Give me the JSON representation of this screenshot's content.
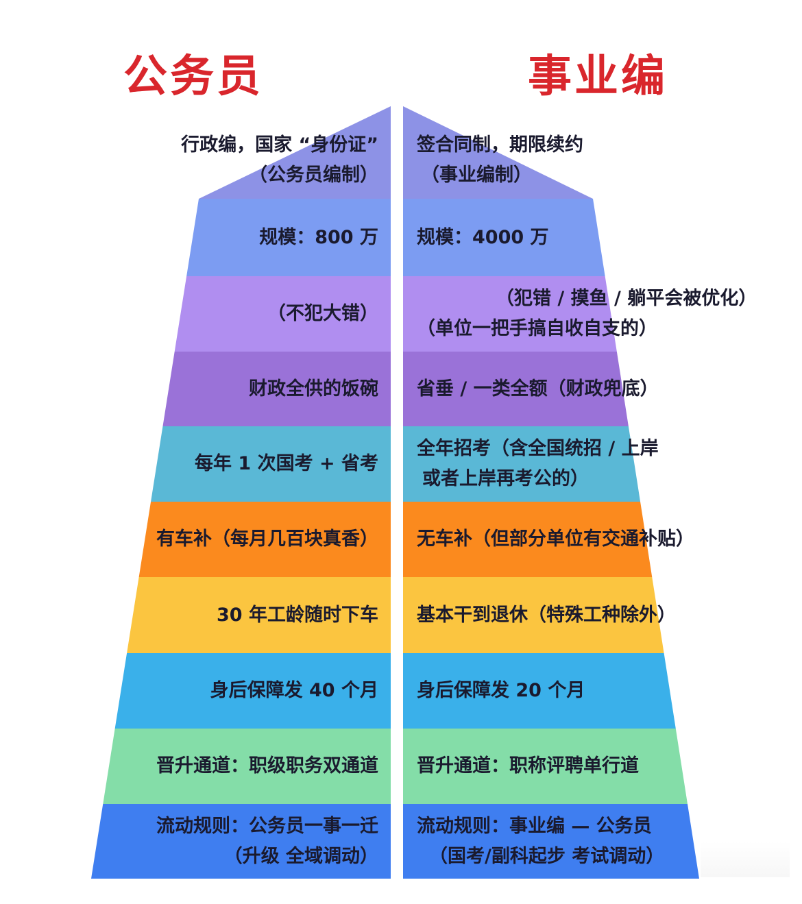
{
  "titles": {
    "left": "公务员",
    "right": "事业编"
  },
  "colors": {
    "title": "#d9262c",
    "text": "#1a1a2e",
    "bands": [
      "#8d92e6",
      "#7c9cf2",
      "#b08ef0",
      "#9a72d8",
      "#5ab8d6",
      "#fb8a1e",
      "#fbc540",
      "#3ab0ea",
      "#84dda8",
      "#3f7ef0"
    ]
  },
  "rows": [
    {
      "left": [
        "行政编，国家 “身份证”",
        "（公务员编制）"
      ],
      "right": [
        "签合同制，期限续约",
        "（事业编制）"
      ]
    },
    {
      "left": [
        "规模：800 万"
      ],
      "right": [
        "规模：4000 万"
      ]
    },
    {
      "left": [
        "（不犯大错）"
      ],
      "right": [
        "（犯错 / 摸鱼 / 躺平会被优化）",
        "（单位一把手搞自收自支的）"
      ]
    },
    {
      "left": [
        "财政全供的饭碗"
      ],
      "right": [
        "省垂 / 一类全额（财政兜底）"
      ]
    },
    {
      "left": [
        "每年 1 次国考 + 省考"
      ],
      "right": [
        "全年招考（含全国统招 / 上岸",
        "或者上岸再考公的）"
      ]
    },
    {
      "left": [
        "有车补（每月几百块真香）"
      ],
      "right": [
        "无车补（但部分单位有交通补贴）"
      ]
    },
    {
      "left": [
        "30 年工龄随时下车"
      ],
      "right": [
        "基本干到退休（特殊工种除外）"
      ]
    },
    {
      "left": [
        "身后保障发 40 个月"
      ],
      "right": [
        "身后保障发 20 个月"
      ]
    },
    {
      "left": [
        "晋升通道：职级职务双通道"
      ],
      "right": [
        "晋升通道：职称评聘单行道"
      ]
    },
    {
      "left": [
        "流动规则：公务员一事一迁",
        "（升级 全域调动）"
      ],
      "right": [
        "流动规则：事业编 — 公务员",
        "（国考/副科起步 考试调动）"
      ]
    }
  ]
}
